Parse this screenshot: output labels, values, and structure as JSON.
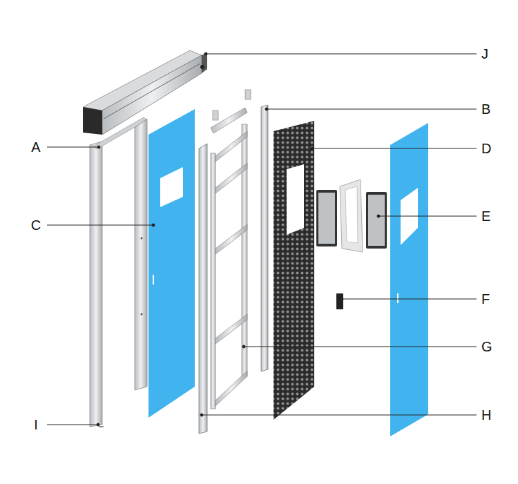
{
  "diagram": {
    "labels": [
      "J",
      "B",
      "A",
      "D",
      "E",
      "C",
      "F",
      "G",
      "H",
      "I"
    ]
  }
}
